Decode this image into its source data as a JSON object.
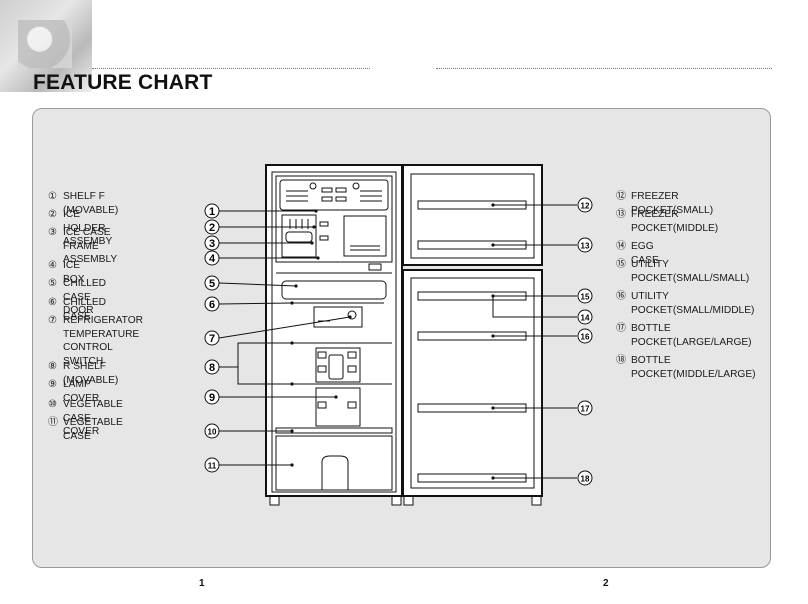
{
  "header": {
    "title": "FEATURE CHART"
  },
  "left_list": [
    {
      "num": "①",
      "label": "SHELF F (MOVABLE)"
    },
    {
      "num": "②",
      "label": "ICE HOLDER ASSEMBY"
    },
    {
      "num": "③",
      "label": "ICE CASE FRAME\nASSEMBLY"
    },
    {
      "num": "④",
      "label": "ICE BOX"
    },
    {
      "num": "⑤",
      "label": "CHILLED CASE DOOR"
    },
    {
      "num": "⑥",
      "label": "CHILLED CASE"
    },
    {
      "num": "⑦",
      "label": "REFRIGERATOR\nTEMPERATURE\nCONTROL SWITCH"
    },
    {
      "num": "⑧",
      "label": "R SHELF (MOVABLE)"
    },
    {
      "num": "⑨",
      "label": "LAMP COVER"
    },
    {
      "num": "⑩",
      "label": "VEGETABLE CASE COVER"
    },
    {
      "num": "⑪",
      "label": "VEGETABLE CASE"
    }
  ],
  "right_list": [
    {
      "num": "⑫",
      "label": "FREEZER POCKET(SMALL)"
    },
    {
      "num": "⑬",
      "label": "FREEZER\nPOCKET(MIDDLE)"
    },
    {
      "num": "⑭",
      "label": "EGG CASE"
    },
    {
      "num": "⑮",
      "label": "UTILITY\nPOCKET(SMALL/SMALL)"
    },
    {
      "num": "⑯",
      "label": "UTILITY\nPOCKET(SMALL/MIDDLE)"
    },
    {
      "num": "⑰",
      "label": "BOTTLE\nPOCKET(LARGE/LARGE)"
    },
    {
      "num": "⑱",
      "label": "BOTTLE\nPOCKET(MIDDLE/LARGE)"
    }
  ],
  "callouts": [
    "1",
    "2",
    "3",
    "4",
    "5",
    "6",
    "7",
    "8",
    "9",
    "10",
    "11",
    "12",
    "13",
    "14",
    "15",
    "16",
    "17",
    "18"
  ],
  "footer": {
    "page_left": "1",
    "page_right": "2"
  }
}
